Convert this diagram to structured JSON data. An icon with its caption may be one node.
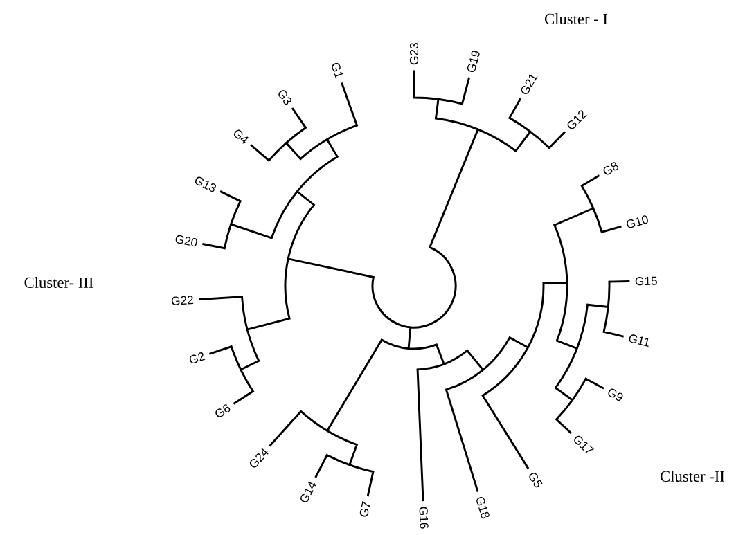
{
  "diagram": {
    "labels": [
      "Cluster - I",
      "Cluster- III",
      "Cluster -II",
      "G23",
      "G19",
      "G21",
      "G12",
      "G8",
      "G10",
      "G15",
      "G11",
      "G9",
      "G17",
      "G5",
      "G18",
      "G16",
      "G7",
      "G14",
      "G24",
      "G6",
      "G2",
      "G22",
      "G20",
      "G13",
      "G4",
      "G3",
      "G1"
    ]
  }
}
